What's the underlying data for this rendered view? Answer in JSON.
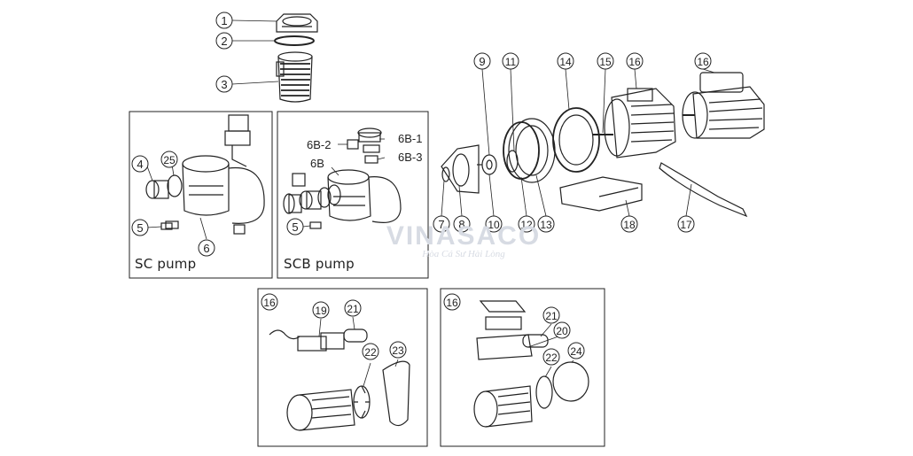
{
  "diagram": {
    "panels": {
      "sc": {
        "caption": "SC pump"
      },
      "scb": {
        "caption": "SCB pump"
      }
    },
    "callouts": [
      {
        "id": "c1",
        "label": "1"
      },
      {
        "id": "c2",
        "label": "2"
      },
      {
        "id": "c3",
        "label": "3"
      },
      {
        "id": "c4",
        "label": "4"
      },
      {
        "id": "c25",
        "label": "25"
      },
      {
        "id": "c5a",
        "label": "5"
      },
      {
        "id": "c6",
        "label": "6"
      },
      {
        "id": "c6b2",
        "label": "6B-2"
      },
      {
        "id": "c6b1",
        "label": "6B-1"
      },
      {
        "id": "c6b3",
        "label": "6B-3"
      },
      {
        "id": "c6b",
        "label": "6B"
      },
      {
        "id": "c5b",
        "label": "5"
      },
      {
        "id": "c9",
        "label": "9"
      },
      {
        "id": "c11",
        "label": "11"
      },
      {
        "id": "c14",
        "label": "14"
      },
      {
        "id": "c15",
        "label": "15"
      },
      {
        "id": "c16a",
        "label": "16"
      },
      {
        "id": "c16b",
        "label": "16"
      },
      {
        "id": "c7",
        "label": "7"
      },
      {
        "id": "c8",
        "label": "8"
      },
      {
        "id": "c10",
        "label": "10"
      },
      {
        "id": "c12",
        "label": "12"
      },
      {
        "id": "c13",
        "label": "13"
      },
      {
        "id": "c18",
        "label": "18"
      },
      {
        "id": "c17",
        "label": "17"
      },
      {
        "id": "c16c",
        "label": "16"
      },
      {
        "id": "c19",
        "label": "19"
      },
      {
        "id": "c21a",
        "label": "21"
      },
      {
        "id": "c22a",
        "label": "22"
      },
      {
        "id": "c23",
        "label": "23"
      },
      {
        "id": "c16d",
        "label": "16"
      },
      {
        "id": "c21b",
        "label": "21"
      },
      {
        "id": "c20",
        "label": "20"
      },
      {
        "id": "c22b",
        "label": "22"
      },
      {
        "id": "c24",
        "label": "24"
      }
    ],
    "watermark": {
      "name": "VINASACO",
      "slogan": "Hòa Cá Sư Hài Lòng"
    }
  }
}
